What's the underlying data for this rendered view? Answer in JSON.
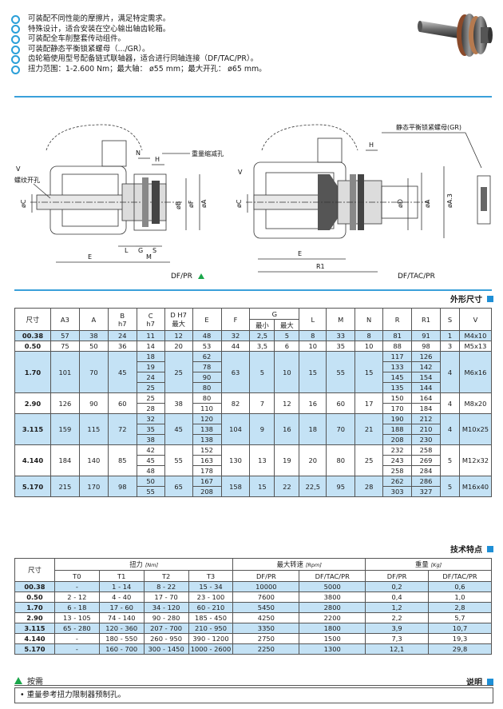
{
  "features": [
    "可装配不同性能的摩擦片，满足特定需求。",
    "特殊设计，适合安装在空心输出轴齿轮箱。",
    "可装配全车削整套传动组件。",
    "可装配静态平衡锁紧螺母（.../GR）。",
    "齿轮箱使用型号配备链式联轴器，适合进行同轴连接（DF/TAC/PR）。",
    "扭力范围：1-2.600 Nm；最大轴：  ø55 mm；最大开孔：  ø65 mm。"
  ],
  "drawing": {
    "label_left": "DF/PR",
    "label_right": "DF/TAC/PR",
    "callout_hole": "重量缩减孔",
    "callout_thread": "螺纹开孔",
    "callout_nut": "静态平衡锁紧螺母(GR)",
    "dims": {
      "N": "N",
      "H": "H",
      "V": "V",
      "C": "øC",
      "B": "øB",
      "F": "øF",
      "A": "øA",
      "A3": "øA.3",
      "D": "øD",
      "L": "L",
      "G": "G",
      "S": "S",
      "E": "E",
      "M": "M",
      "R1": "R1"
    }
  },
  "table1": {
    "title": "外形尺寸",
    "headers": {
      "size": "尺寸",
      "A3": "A3",
      "A": "A",
      "B": "B",
      "B_sub": "h7",
      "C": "C",
      "C_sub": "h7",
      "D": "D H7",
      "D_sub": "最大",
      "E": "E",
      "F": "F",
      "G": "G",
      "G_min": "最小",
      "G_max": "最大",
      "L": "L",
      "M": "M",
      "N": "N",
      "R": "R",
      "R1": "R1",
      "S": "S",
      "V": "V"
    },
    "groups": [
      {
        "size": "00.38",
        "A3": "57",
        "A": "38",
        "B": "24",
        "C": "11",
        "D": "12",
        "F": "32",
        "Gmin": "2,5",
        "Gmax": "5",
        "L": "8",
        "M": "33",
        "N": "8",
        "S": "1",
        "V": "M4x10",
        "subs": [
          {
            "E": "48",
            "R": "81",
            "R1": "91"
          }
        ]
      },
      {
        "size": "0.50",
        "A3": "75",
        "A": "50",
        "B": "36",
        "C": "14",
        "D": "20",
        "F": "44",
        "Gmin": "3,5",
        "Gmax": "6",
        "L": "10",
        "M": "35",
        "N": "10",
        "S": "3",
        "V": "M5x13",
        "subs": [
          {
            "E": "53",
            "R": "88",
            "R1": "98"
          }
        ]
      },
      {
        "size": "1.70",
        "A3": "101",
        "A": "70",
        "B": "45",
        "C": "",
        "D": "25",
        "F": "63",
        "Gmin": "5",
        "Gmax": "10",
        "L": "15",
        "M": "55",
        "N": "15",
        "S": "4",
        "V": "M6x16",
        "subs": [
          {
            "C": "18",
            "E": "62",
            "R": "117",
            "R1": "126"
          },
          {
            "C": "19",
            "E": "78",
            "R": "133",
            "R1": "142"
          },
          {
            "C": "24",
            "E": "90",
            "R": "145",
            "R1": "154"
          },
          {
            "C": "25",
            "E": "80",
            "R": "135",
            "R1": "144"
          }
        ]
      },
      {
        "size": "2.90",
        "A3": "126",
        "A": "90",
        "B": "60",
        "C": "",
        "D": "38",
        "F": "82",
        "Gmin": "7",
        "Gmax": "12",
        "L": "16",
        "M": "60",
        "N": "17",
        "S": "4",
        "V": "M8x20",
        "subs": [
          {
            "C": "25",
            "E": "80",
            "R": "150",
            "R1": "164"
          },
          {
            "C": "28",
            "E": "110",
            "R": "170",
            "R1": "184"
          }
        ]
      },
      {
        "size": "3.115",
        "A3": "159",
        "A": "115",
        "B": "72",
        "C": "",
        "D": "45",
        "F": "104",
        "Gmin": "9",
        "Gmax": "16",
        "L": "18",
        "M": "70",
        "N": "21",
        "S": "4",
        "V": "M10x25",
        "subs": [
          {
            "C": "32",
            "E": "120",
            "R": "190",
            "R1": "212"
          },
          {
            "C": "35",
            "E": "138",
            "R": "188",
            "R1": "210"
          },
          {
            "C": "38",
            "E": "138",
            "R": "208",
            "R1": "230"
          }
        ]
      },
      {
        "size": "4.140",
        "A3": "184",
        "A": "140",
        "B": "85",
        "C": "",
        "D": "55",
        "F": "130",
        "Gmin": "13",
        "Gmax": "19",
        "L": "20",
        "M": "80",
        "N": "25",
        "S": "5",
        "V": "M12x32",
        "subs": [
          {
            "C": "42",
            "E": "152",
            "R": "232",
            "R1": "258"
          },
          {
            "C": "45",
            "E": "163",
            "R": "243",
            "R1": "269"
          },
          {
            "C": "48",
            "E": "178",
            "R": "258",
            "R1": "284"
          }
        ]
      },
      {
        "size": "5.170",
        "A3": "215",
        "A": "170",
        "B": "98",
        "C": "",
        "D": "65",
        "F": "158",
        "Gmin": "15",
        "Gmax": "22",
        "L": "22,5",
        "M": "95",
        "N": "28",
        "S": "5",
        "V": "M16x40",
        "subs": [
          {
            "C": "50",
            "E": "167",
            "R": "262",
            "R1": "286"
          },
          {
            "C": "55",
            "E": "208",
            "R": "303",
            "R1": "327"
          }
        ]
      }
    ]
  },
  "table2": {
    "title": "技术特点",
    "headers": {
      "size": "尺寸",
      "torque": "扭力",
      "torque_unit": "[Nm]",
      "speed": "最大转速",
      "speed_unit": "[Rpm]",
      "weight": "重量",
      "weight_unit": "[Kg]",
      "T0": "T0",
      "T1": "T1",
      "T2": "T2",
      "T3": "T3",
      "dfpr": "DF/PR",
      "dftac": "DF/TAC/PR",
      "wdfpr": "DF/PR",
      "wdftac": "DF/TAC/PR"
    },
    "rows": [
      {
        "size": "00.38",
        "T0": "-",
        "T1": "1 - 14",
        "T2": "8 - 22",
        "T3": "15 - 34",
        "s1": "10000",
        "s2": "5000",
        "w1": "0,2",
        "w2": "0,6"
      },
      {
        "size": "0.50",
        "T0": "2 - 12",
        "T1": "4 - 40",
        "T2": "17 - 70",
        "T3": "23 - 100",
        "s1": "7600",
        "s2": "3800",
        "w1": "0,4",
        "w2": "1,0"
      },
      {
        "size": "1.70",
        "T0": "6 - 18",
        "T1": "17 - 60",
        "T2": "34 - 120",
        "T3": "60 - 210",
        "s1": "5450",
        "s2": "2800",
        "w1": "1,2",
        "w2": "2,8"
      },
      {
        "size": "2.90",
        "T0": "13 - 105",
        "T1": "74 - 140",
        "T2": "90 - 280",
        "T3": "185 - 450",
        "s1": "4250",
        "s2": "2200",
        "w1": "2,2",
        "w2": "5,7"
      },
      {
        "size": "3.115",
        "T0": "65 - 280",
        "T1": "120 - 360",
        "T2": "207 - 700",
        "T3": "210 - 950",
        "s1": "3350",
        "s2": "1800",
        "w1": "3,9",
        "w2": "10,7"
      },
      {
        "size": "4.140",
        "T0": "-",
        "T1": "180 - 550",
        "T2": "260 - 950",
        "T3": "390 - 1200",
        "s1": "2750",
        "s2": "1500",
        "w1": "7,3",
        "w2": "19,3"
      },
      {
        "size": "5.170",
        "T0": "-",
        "T1": "160 - 700",
        "T2": "300 - 1450",
        "T3": "1000 - 2600",
        "s1": "2250",
        "s2": "1300",
        "w1": "12,1",
        "w2": "29,8"
      }
    ]
  },
  "notes": {
    "left": "按需",
    "right": "说明",
    "item": "重量参考扭力限制器预制孔。"
  },
  "colors": {
    "accent": "#2a9fd8",
    "highlight": "#c4e2f5",
    "triangle": "#1aa64a"
  }
}
